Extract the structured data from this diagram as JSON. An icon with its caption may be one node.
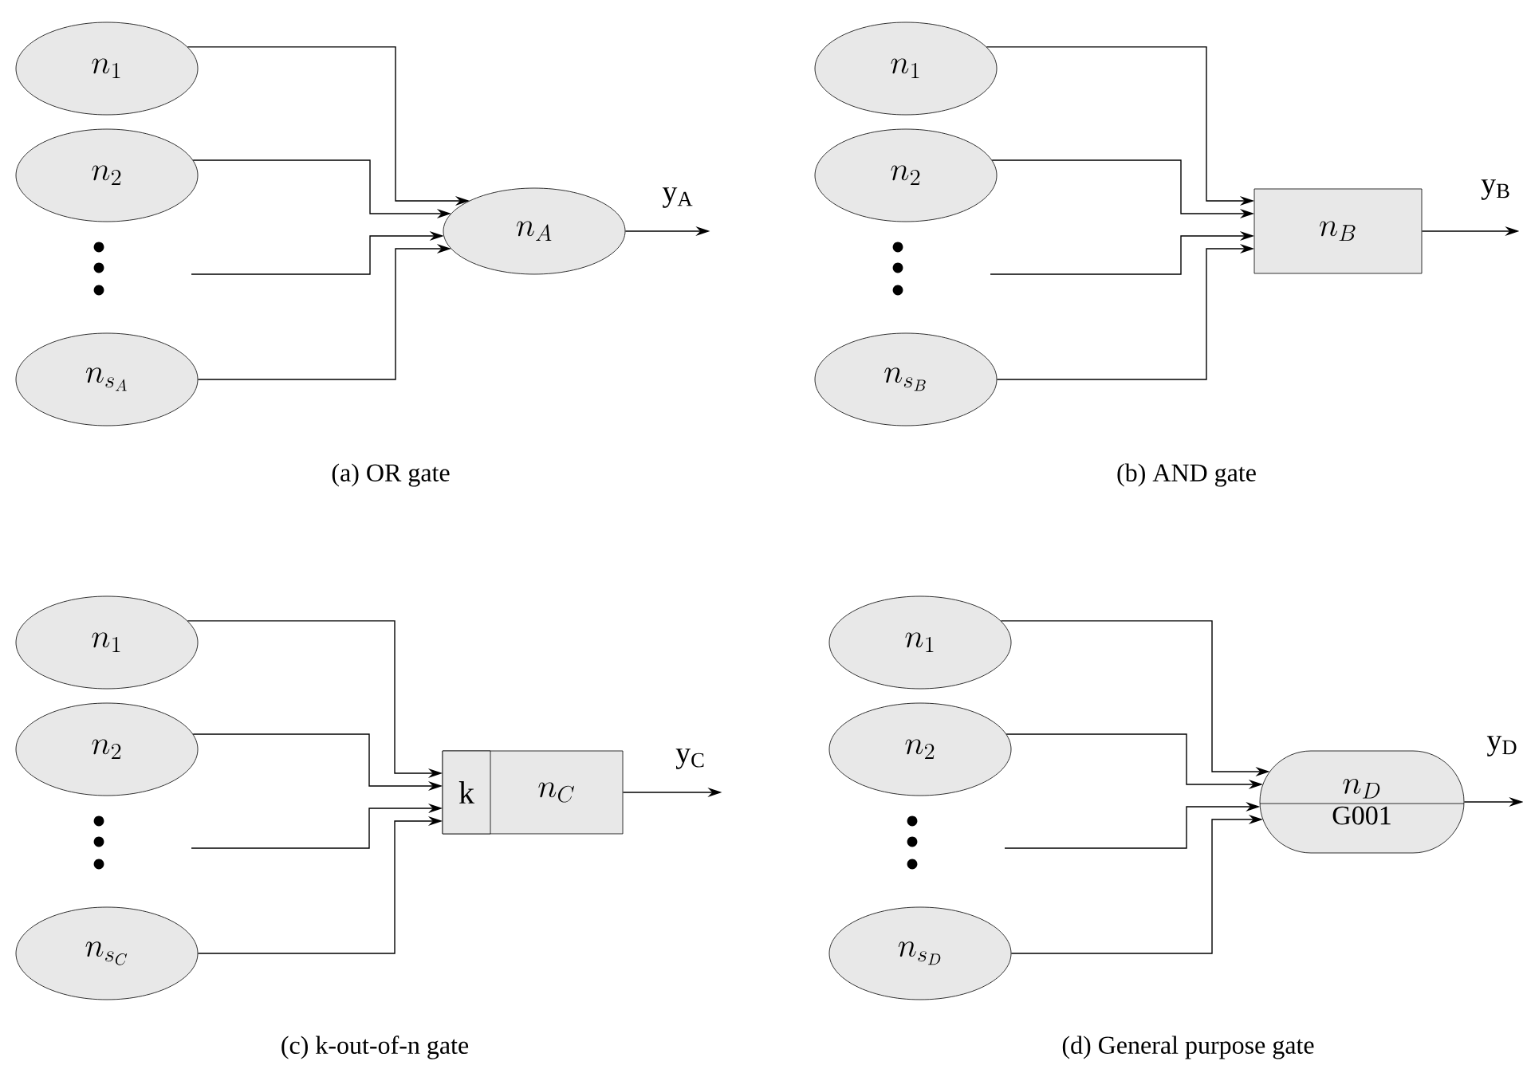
{
  "diagram": {
    "nodes": [
      {
        "text": [
          "n_1"
        ]
      },
      {
        "text": [
          "n_2"
        ]
      },
      {
        "text": [
          "n_{s_A}"
        ]
      },
      {
        "text": [
          "n_A"
        ]
      },
      {
        "text": [
          "n_1"
        ]
      },
      {
        "text": [
          "n_2"
        ]
      },
      {
        "text": [
          "n_{s_B}"
        ]
      },
      {
        "text": [
          "n_B"
        ]
      },
      {
        "text": [
          "n_1"
        ]
      },
      {
        "text": [
          "n_2"
        ]
      },
      {
        "text": [
          "n_{s_C}"
        ]
      },
      {
        "text": [
          "n_C"
        ]
      },
      {
        "text": [
          "k"
        ],
        "in": 11
      },
      {
        "text": [
          "n_1"
        ]
      },
      {
        "text": [
          "n_2"
        ]
      },
      {
        "text": [
          "n_{s_D}"
        ]
      },
      {
        "text": [
          "n_D",
          "G001"
        ]
      }
    ],
    "edges": [
      {
        "from": 0,
        "to": 3,
        "arrow": "to"
      },
      {
        "from": 1,
        "to": 3,
        "arrow": "to"
      },
      {
        "from": null,
        "to": 3,
        "arrow": "to"
      },
      {
        "from": 2,
        "to": 3,
        "arrow": "to"
      },
      {
        "from": 3,
        "to": null,
        "arrow": "to",
        "label": "\\mathrm{y}_{\\mathrm{A}}"
      },
      {
        "from": 4,
        "to": 7,
        "arrow": "to"
      },
      {
        "from": 5,
        "to": 7,
        "arrow": "to"
      },
      {
        "from": null,
        "to": 7,
        "arrow": "to"
      },
      {
        "from": 6,
        "to": 7,
        "arrow": "to"
      },
      {
        "from": 7,
        "to": null,
        "arrow": "to",
        "label": "\\mathrm{y}_{\\mathrm{B}}"
      },
      {
        "from": 8,
        "to": 11,
        "arrow": "to"
      },
      {
        "from": 9,
        "to": 11,
        "arrow": "to"
      },
      {
        "from": null,
        "to": 11,
        "arrow": "to"
      },
      {
        "from": 10,
        "to": 11,
        "arrow": "to"
      },
      {
        "from": 11,
        "to": null,
        "arrow": "to",
        "label": "\\mathrm{y}_{\\mathrm{C}}"
      },
      {
        "from": 13,
        "to": 16,
        "arrow": "to"
      },
      {
        "from": 14,
        "to": 16,
        "arrow": "to"
      },
      {
        "from": null,
        "to": 16,
        "arrow": "to"
      },
      {
        "from": 15,
        "to": 16,
        "arrow": "to"
      },
      {
        "from": 16,
        "to": null,
        "arrow": "to",
        "label": "\\mathrm{y}_{\\mathrm{D}}"
      }
    ],
    "labels": [
      "(a) OR gate",
      "(b) AND gate",
      "(c) k-out-of-n gate",
      "(d) General purpose gate"
    ]
  }
}
